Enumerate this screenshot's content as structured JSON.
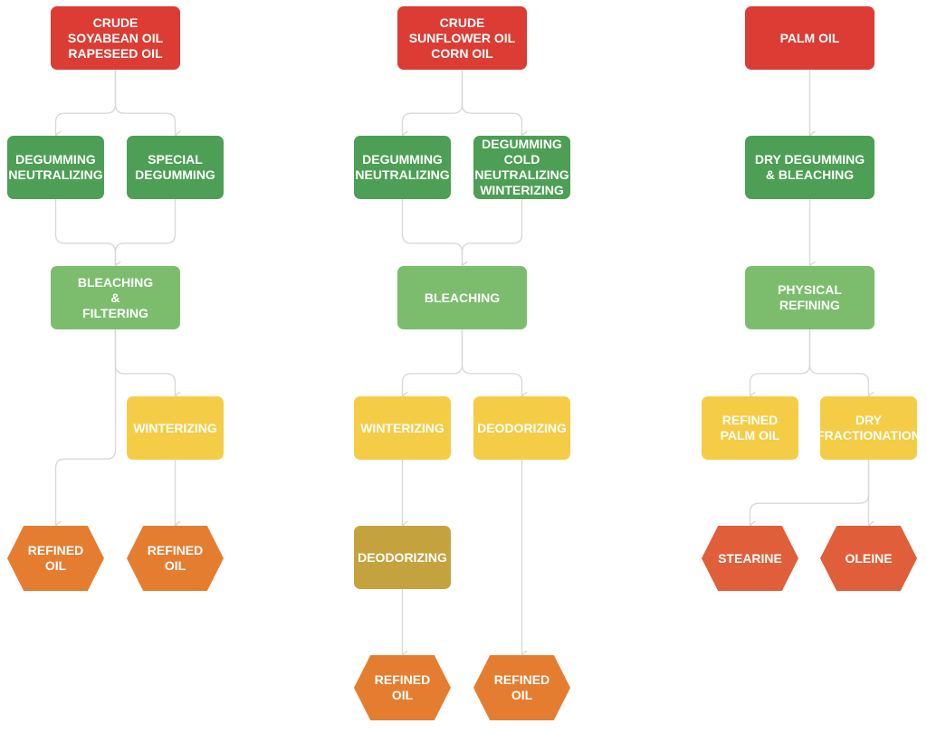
{
  "colors": {
    "source": "#dc3c33",
    "pretreatment": "#4c9f54",
    "refining": "#7bbd6d",
    "secondary": "#f5cc45",
    "deodorizing_dark": "#c4a33e",
    "product": "#e57d31",
    "fraction_product": "#e05f3a",
    "connector": "#d9d9d9"
  },
  "nodes": {
    "a_source": {
      "label": "CRUDE\nSOYABEAN OIL\nRAPESEED OIL",
      "role": "source"
    },
    "a_degum_neutral": {
      "label": "DEGUMMING\nNEUTRALIZING",
      "role": "pretreatment"
    },
    "a_special_degum": {
      "label": "SPECIAL\nDEGUMMING",
      "role": "pretreatment"
    },
    "a_bleach_filter": {
      "label": "BLEACHING\n&\nFILTERING",
      "role": "refining"
    },
    "a_winterizing": {
      "label": "WINTERIZING",
      "role": "secondary"
    },
    "a_refined_1": {
      "label": "REFINED\nOIL",
      "role": "product"
    },
    "a_refined_2": {
      "label": "REFINED\nOIL",
      "role": "product"
    },
    "b_source": {
      "label": "CRUDE\nSUNFLOWER OIL\nCORN OIL",
      "role": "source"
    },
    "b_degum_neutral": {
      "label": "DEGUMMING\nNEUTRALIZING",
      "role": "pretreatment"
    },
    "b_degum_cold": {
      "label": "DEGUMMING\nCOLD\nNEUTRALIZING\nWINTERIZING",
      "role": "pretreatment"
    },
    "b_bleaching": {
      "label": "BLEACHING",
      "role": "refining"
    },
    "b_winterizing": {
      "label": "WINTERIZING",
      "role": "secondary"
    },
    "b_deodorizing_1": {
      "label": "DEODORIZING",
      "role": "secondary"
    },
    "b_deodorizing_2": {
      "label": "DEODORIZING",
      "role": "deodorizing_dark"
    },
    "b_refined_1": {
      "label": "REFINED\nOIL",
      "role": "product"
    },
    "b_refined_2": {
      "label": "REFINED\nOIL",
      "role": "product"
    },
    "c_source": {
      "label": "PALM OIL",
      "role": "source"
    },
    "c_dry_degum": {
      "label": "DRY DEGUMMING\n& BLEACHING",
      "role": "pretreatment"
    },
    "c_physical": {
      "label": "PHYSICAL\nREFINING",
      "role": "refining"
    },
    "c_refined_palm": {
      "label": "REFINED\nPALM OIL",
      "role": "secondary"
    },
    "c_dry_fraction": {
      "label": "DRY\nFRACTIONATION",
      "role": "secondary"
    },
    "c_stearine": {
      "label": "STEARINE",
      "role": "fraction_product"
    },
    "c_oleine": {
      "label": "OLEINE",
      "role": "fraction_product"
    }
  },
  "edges": [
    [
      "a_source",
      "a_degum_neutral"
    ],
    [
      "a_source",
      "a_special_degum"
    ],
    [
      "a_degum_neutral",
      "a_bleach_filter"
    ],
    [
      "a_special_degum",
      "a_bleach_filter"
    ],
    [
      "a_bleach_filter",
      "a_refined_1"
    ],
    [
      "a_bleach_filter",
      "a_winterizing"
    ],
    [
      "a_winterizing",
      "a_refined_2"
    ],
    [
      "b_source",
      "b_degum_neutral"
    ],
    [
      "b_source",
      "b_degum_cold"
    ],
    [
      "b_degum_neutral",
      "b_bleaching"
    ],
    [
      "b_degum_cold",
      "b_bleaching"
    ],
    [
      "b_bleaching",
      "b_winterizing"
    ],
    [
      "b_bleaching",
      "b_deodorizing_1"
    ],
    [
      "b_winterizing",
      "b_deodorizing_2"
    ],
    [
      "b_deodorizing_2",
      "b_refined_1"
    ],
    [
      "b_deodorizing_1",
      "b_refined_2"
    ],
    [
      "c_source",
      "c_dry_degum"
    ],
    [
      "c_dry_degum",
      "c_physical"
    ],
    [
      "c_physical",
      "c_refined_palm"
    ],
    [
      "c_physical",
      "c_dry_fraction"
    ],
    [
      "c_dry_fraction",
      "c_stearine"
    ],
    [
      "c_dry_fraction",
      "c_oleine"
    ]
  ]
}
